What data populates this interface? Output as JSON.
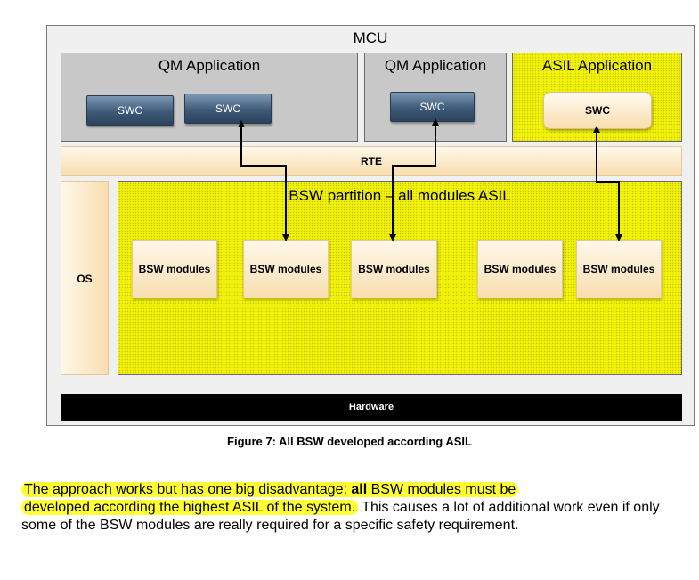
{
  "diagram": {
    "mcu_label": "MCU",
    "qm_app_1": {
      "title": "QM Application",
      "swcs": [
        "SWC",
        "SWC"
      ]
    },
    "qm_app_2": {
      "title": "QM Application",
      "swc": "SWC"
    },
    "asil_app": {
      "title": "ASIL Application",
      "swc": "SWC"
    },
    "rte_label": "RTE",
    "os_label": "OS",
    "bsw_partition_title": "BSW partition – all modules ASIL",
    "bsw_modules": [
      "BSW modules",
      "BSW modules",
      "BSW modules",
      "BSW modules",
      "BSW modules"
    ],
    "hardware_label": "Hardware",
    "colors": {
      "asil_yellow": "#f2f20a",
      "qm_gray": "#c8c8c8",
      "cream": "#fbe6c0",
      "swc_blue": "#3e5a78"
    }
  },
  "caption": "Figure 7: All BSW developed according ASIL",
  "paragraph": {
    "hl1_pre": "The approach works but has one big disadvantage: ",
    "hl1_bold": "all",
    "hl1_post": " BSW modules must be",
    "hl2": "developed according the highest ASIL of the system.",
    "rest": " This causes a lot of additional work even if only some of the BSW modules are really required for a specific safety requirement."
  }
}
